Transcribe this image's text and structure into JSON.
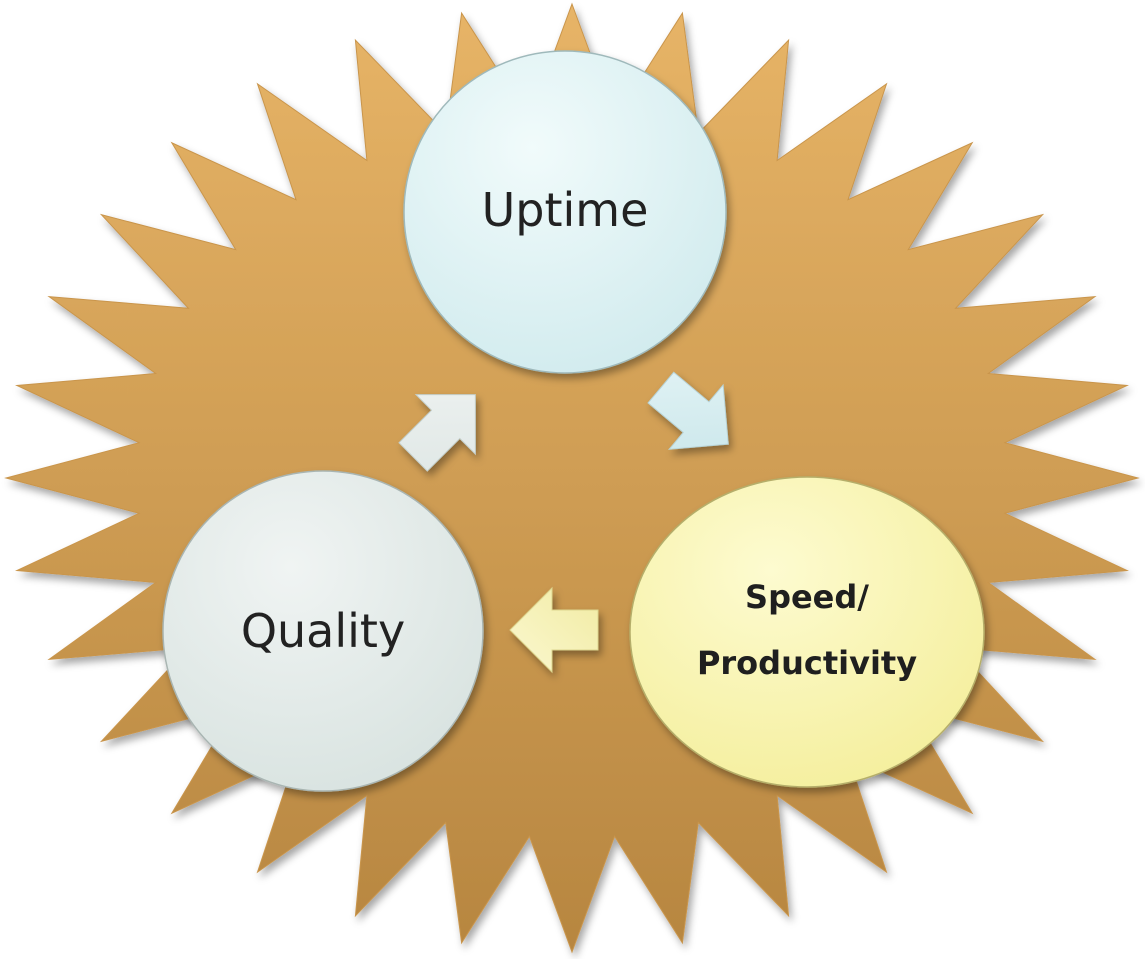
{
  "diagram": {
    "nodes": [
      {
        "id": "uptime",
        "lines": [
          "Uptime"
        ]
      },
      {
        "id": "speed",
        "lines": [
          "Speed/",
          "Productivity"
        ]
      },
      {
        "id": "quality",
        "lines": [
          "Quality"
        ]
      }
    ],
    "flow": [
      "Uptime → Speed/Productivity",
      "Speed/Productivity → Quality",
      "Quality → Uptime"
    ]
  },
  "colors": {
    "starburst_light": "#e3ad5c",
    "starburst_dark": "#b98a44",
    "uptime_fill": "#dff3f4",
    "speed_fill": "#fbf7b6",
    "quality_fill": "#e3ebe9"
  }
}
